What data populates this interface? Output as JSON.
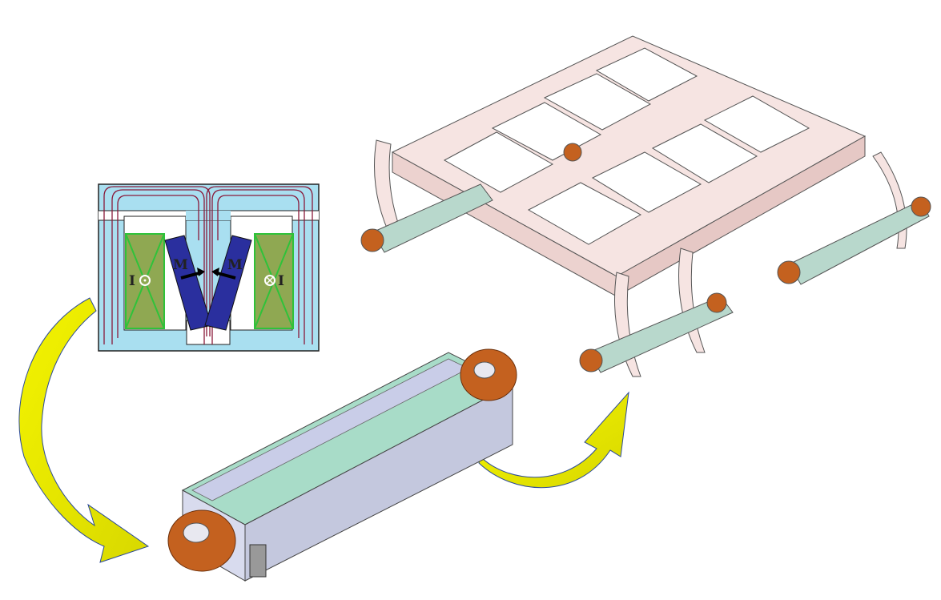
{
  "schematic": {
    "labels": {
      "coil_left": "I",
      "magnet_left": "M",
      "magnet_right": "M",
      "coil_right": "I"
    },
    "colors": {
      "background": "#a9dff0",
      "coil": "#8fa852",
      "magnet": "#2a2f9e",
      "flux": "#8a1a3a",
      "coil_outline": "#2fc23a"
    }
  },
  "colors": {
    "frame": "#f6e4e2",
    "module_top": "#a8dcc8",
    "module_side": "#c9cde8",
    "end_coil": "#c4611f",
    "arrow": "#f0f000"
  }
}
